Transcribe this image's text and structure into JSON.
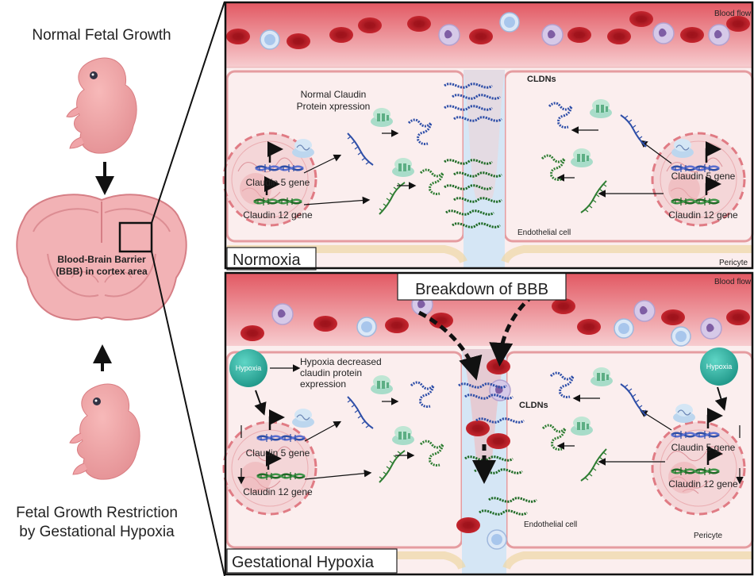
{
  "left": {
    "title_top": "Normal Fetal Growth",
    "brain_label_1": "Blood-Brain Barrier",
    "brain_label_2": "(BBB) in cortex area",
    "title_bottom_1": "Fetal Growth Restriction",
    "title_bottom_2": "by Gestational Hypoxia"
  },
  "normoxia": {
    "panel_label": "Normoxia",
    "blood_flow": "Blood flow",
    "cldns": "CLDNs",
    "expression_note_1": "Normal Claudin",
    "expression_note_2": "Protein xpression",
    "gene5_left": "Claudin 5 gene",
    "gene12_left": "Claudin 12 gene",
    "gene5_right": "Claudin 5 gene",
    "gene12_right": "Claudin 12 gene",
    "endothelial": "Endothelial cell",
    "pericyte": "Pericyte"
  },
  "hypoxia": {
    "panel_label": "Gestational Hypoxia",
    "blood_flow": "Blood flow",
    "breakdown": "Breakdown of BBB",
    "cldns": "CLDNs",
    "hypoxia_left": "Hypoxia",
    "hypoxia_right": "Hypoxia",
    "note_1": "Hypoxia decreased",
    "note_2": "claudin protein",
    "note_3": "expression",
    "gene5_left": "Claudin 5 gene",
    "gene12_left": "Claudin 12 gene",
    "gene5_right": "Claudin 5 gene",
    "gene12_right": "Claudin 12 gene",
    "endothelial": "Endothelial cell",
    "pericyte": "Pericyte"
  },
  "colors": {
    "blood": "#e9737c",
    "cell": "#f9e6e6",
    "membrane": "#e59ca0",
    "rbc": "#c9202a",
    "claudin5": "#2f4fa8",
    "claudin12": "#2e7d32",
    "gap": "#d5e6f5",
    "hypoxia": "#2bb5a6"
  }
}
